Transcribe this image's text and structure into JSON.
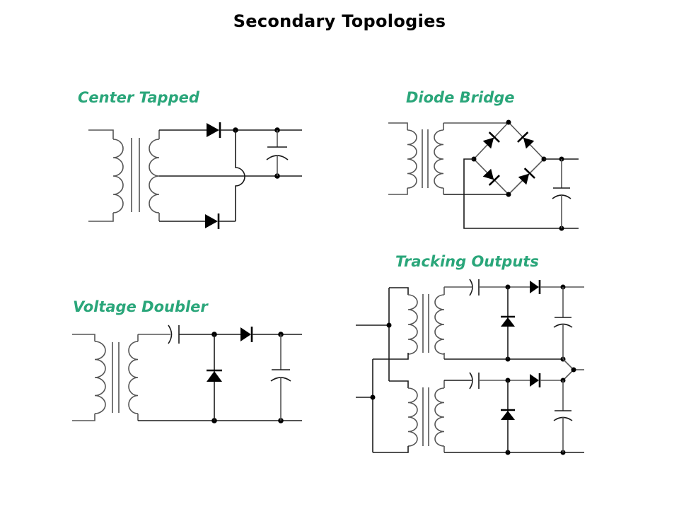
{
  "slide": {
    "title": "Secondary Topologies"
  },
  "diagrams": [
    {
      "id": "center-tapped",
      "label": "Center Tapped"
    },
    {
      "id": "diode-bridge",
      "label": "Diode Bridge"
    },
    {
      "id": "voltage-doubler",
      "label": "Voltage Doubler"
    },
    {
      "id": "tracking-outputs",
      "label": "Tracking Outputs"
    }
  ],
  "colors": {
    "label": "#2aa67a",
    "title": "#000000",
    "wire": "#1a1a1a"
  }
}
